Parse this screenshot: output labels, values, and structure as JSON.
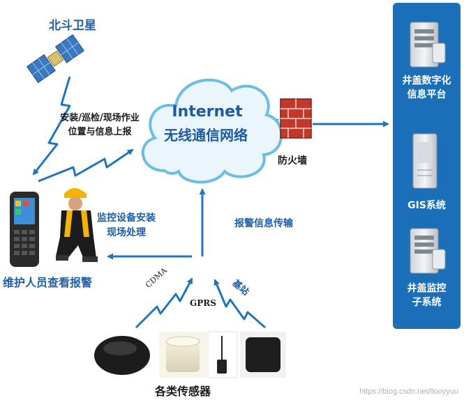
{
  "labels": {
    "satellite": "北斗卫星",
    "report_line1": "安装/巡检/现场作业",
    "report_line2": "位置与信息上报",
    "internet": "Internet",
    "wireless": "无线通信网络",
    "firewall": "防火墙",
    "install_line1": "监控设备安装",
    "install_line2": "现场处理",
    "alarm_transmit": "报警信息传输",
    "maintenance": "维护人员查看报警",
    "cdma": "CDMA",
    "gprs": "GPRS",
    "base_station": "基站",
    "sensors": "各类传感器",
    "platform_line1": "井盖数字化",
    "platform_line2": "信息平台",
    "gis": "GIS系统",
    "subsystem_line1": "井盖监控",
    "subsystem_line2": "子系统"
  },
  "watermark": "https://blog.csdn.net/llooyyuu",
  "colors": {
    "label_blue": "#1e5fa8",
    "arrow_blue": "#1f74bf",
    "panel_blue": "#1a6fb8",
    "cloud_fill": "#eaf6fc",
    "cloud_stroke": "#6cbde6",
    "firewall_red": "#c0392b"
  }
}
